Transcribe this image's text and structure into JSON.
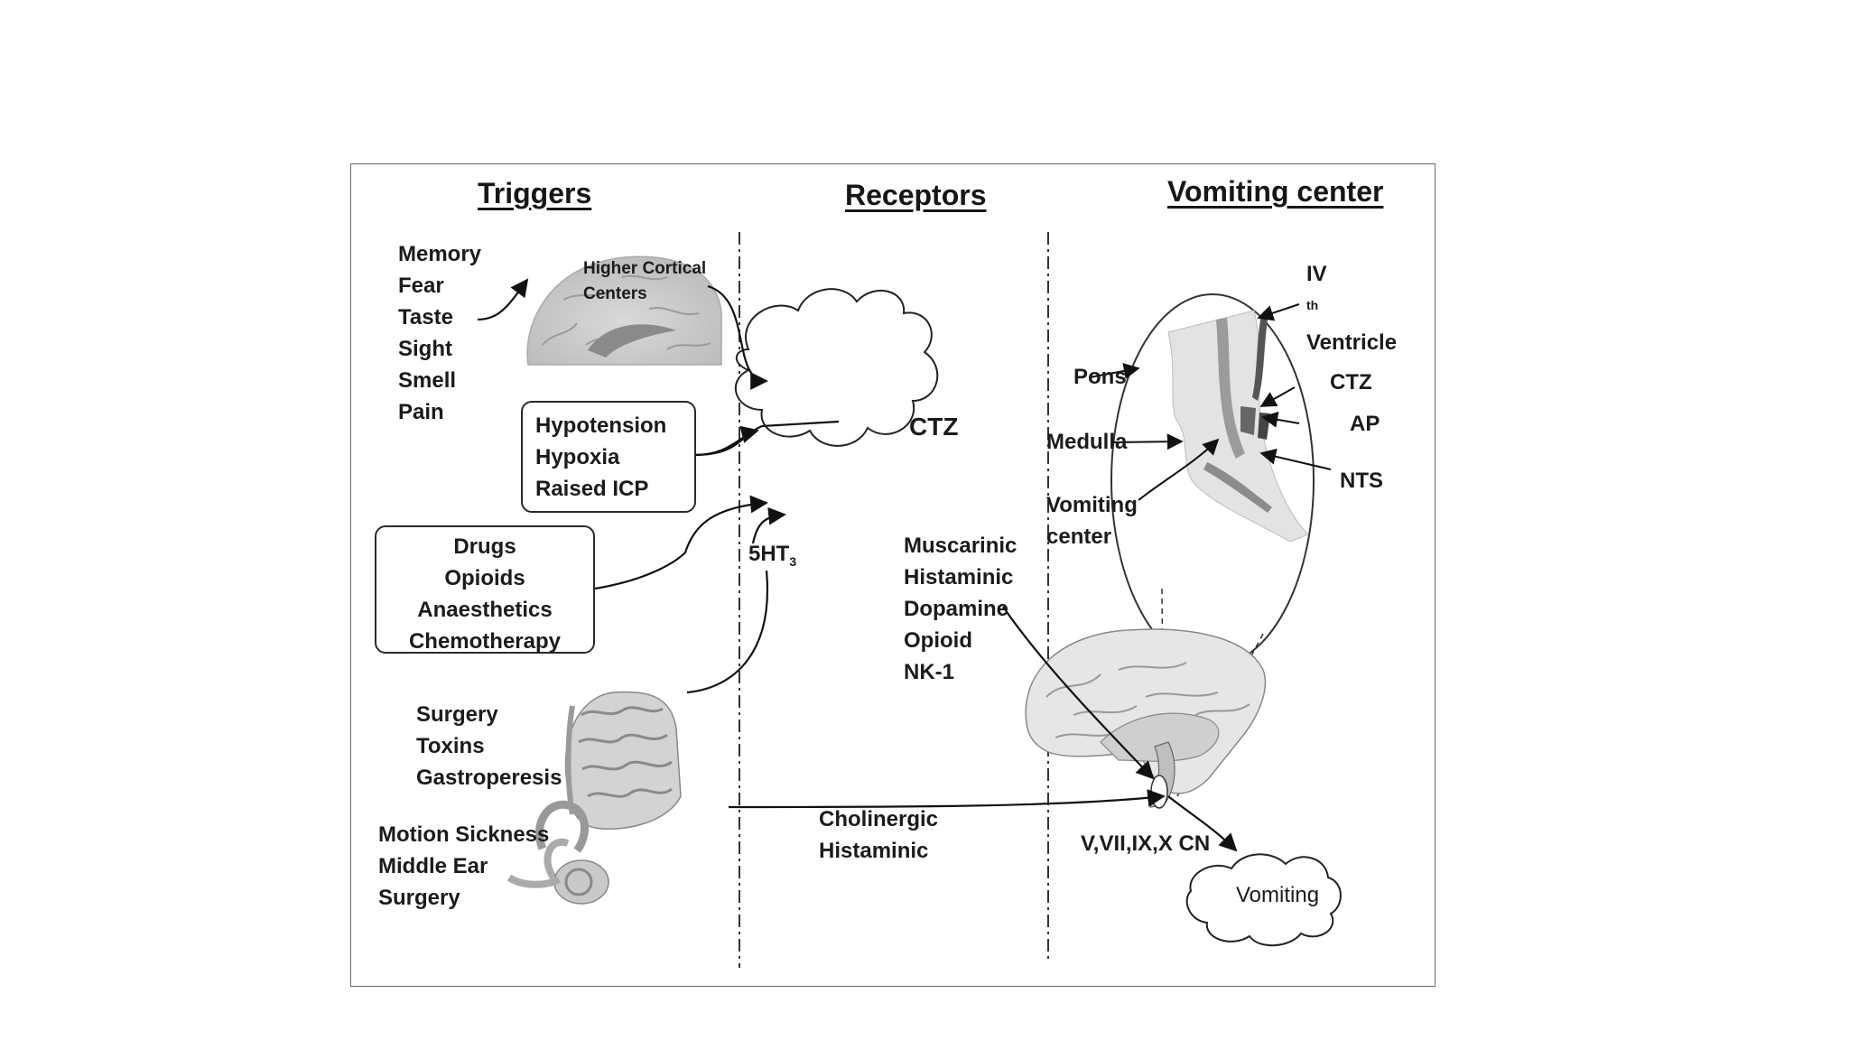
{
  "headings": {
    "triggers": "Triggers",
    "receptors": "Receptors",
    "vomiting_center": "Vomiting center"
  },
  "triggers": {
    "senses": [
      "Memory",
      "Fear",
      "Taste",
      "Sight",
      "Smell",
      "Pain"
    ],
    "higher_cortical": [
      "Higher Cortical",
      "Centers"
    ],
    "physiological": [
      "Hypotension",
      "Hypoxia",
      "Raised ICP"
    ],
    "drugs": [
      "Drugs",
      "Opioids",
      "Anaesthetics",
      "Chemotherapy"
    ],
    "gut": [
      "Surgery",
      "Toxins",
      "Gastroperesis"
    ],
    "vestibular": [
      "Motion Sickness",
      "Middle Ear",
      "Surgery"
    ]
  },
  "receptors": {
    "ctz": "CTZ",
    "serotonin_base": "5HT",
    "serotonin_sub": "3",
    "ctz_receptor_list": [
      "Muscarinic",
      "Histaminic",
      "Dopamine",
      "Opioid",
      "NK-1"
    ],
    "vestibular_receptors": [
      "Cholinergic",
      "Histaminic"
    ]
  },
  "vomiting_center": {
    "fourth_ventricle_base": "IV",
    "fourth_ventricle_sup": "th",
    "fourth_ventricle_word": "Ventricle",
    "pons": "Pons",
    "medulla": "Medulla",
    "vomiting_center_label": [
      "Vomiting",
      "center"
    ],
    "ctz": "CTZ",
    "ap": "AP",
    "nts": "NTS",
    "cranial_nerves": "V,VII,IX,X CN",
    "vomiting": "Vomiting"
  }
}
